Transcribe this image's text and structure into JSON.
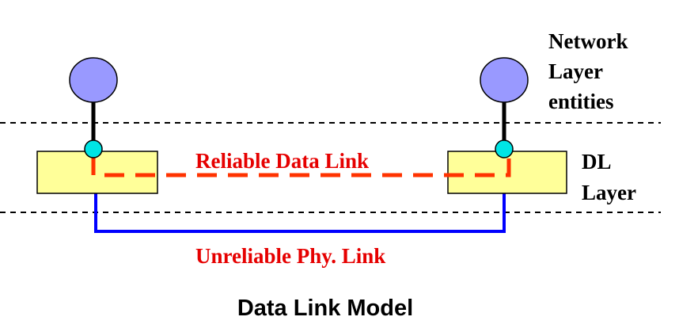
{
  "diagram": {
    "layer_labels": {
      "network": [
        "Network",
        "Layer",
        "entities"
      ],
      "dl": [
        "DL",
        "Layer"
      ]
    },
    "links": {
      "reliable": "Reliable Data Link",
      "unreliable": "Unreliable Phy. Link"
    },
    "caption": "Data Link Model",
    "colors": {
      "entity_fill": "#9999ff",
      "sap_fill": "#00e5e5",
      "dl_box_fill": "#ffff99",
      "reliable_link": "#ff3300",
      "physical_link": "#0000ff",
      "text": "#000000",
      "link_text": "#e60000"
    }
  }
}
